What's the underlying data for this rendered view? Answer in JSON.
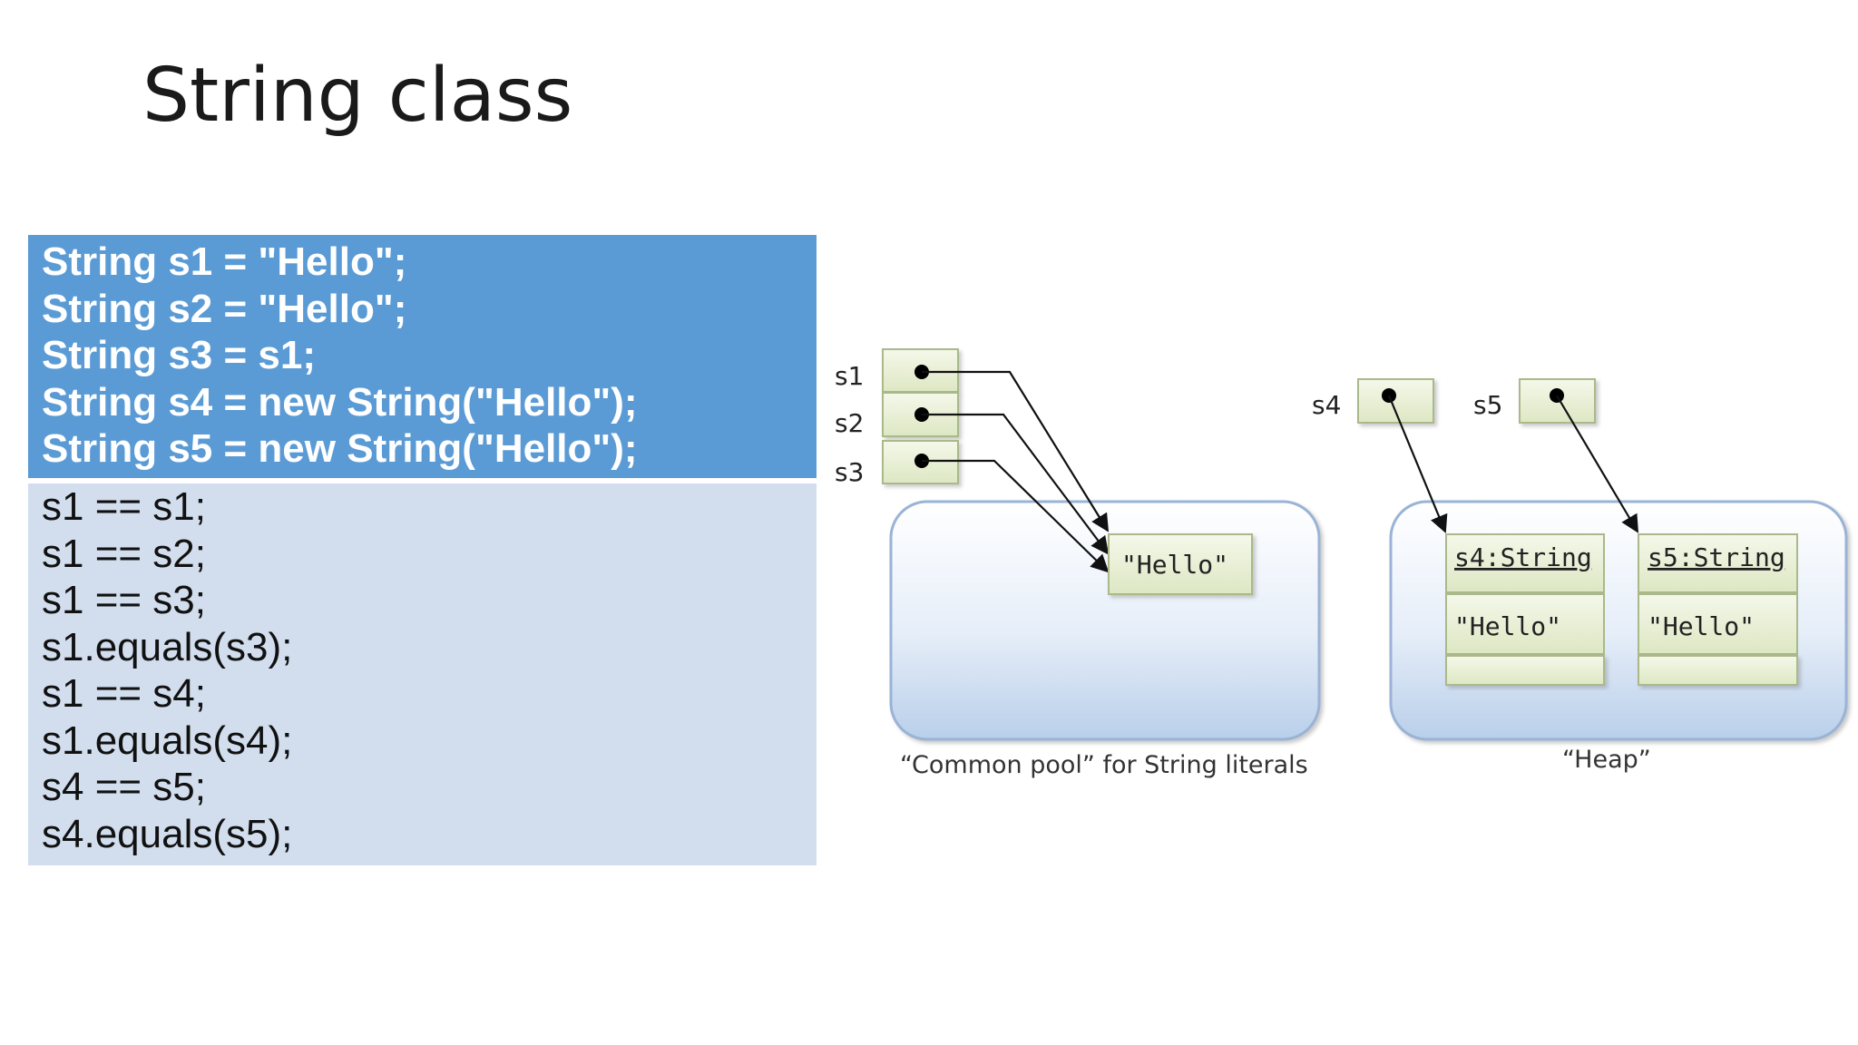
{
  "slide": {
    "title": "String class"
  },
  "code": {
    "declarations": [
      "String s1 = \"Hello\";",
      "String s2 = \"Hello\";",
      "String s3 = s1;",
      "String s4 = new String(\"Hello\");",
      "String s5 = new String(\"Hello\");"
    ],
    "comparisons": [
      "s1 == s1;",
      "s1 == s2;",
      "s1 == s3;",
      "s1.equals(s3);",
      "s1 == s4;",
      "s1.equals(s4);",
      "s4 == s5;",
      "s4.equals(s5);"
    ]
  },
  "diagram": {
    "refs": [
      "s1",
      "s2",
      "s3",
      "s4",
      "s5"
    ],
    "pool_literal": "\"Hello\"",
    "heap_objects": [
      {
        "header": "s4:String",
        "value": "\"Hello\""
      },
      {
        "header": "s5:String",
        "value": "\"Hello\""
      }
    ],
    "pool_caption": "“Common pool” for String literals",
    "heap_caption": "“Heap”"
  },
  "colors": {
    "code_top_bg": "#5b9bd5",
    "code_bottom_bg": "#d2deee",
    "ref_box": "#e9f0d6",
    "memory_area": "#d6e3f4"
  }
}
